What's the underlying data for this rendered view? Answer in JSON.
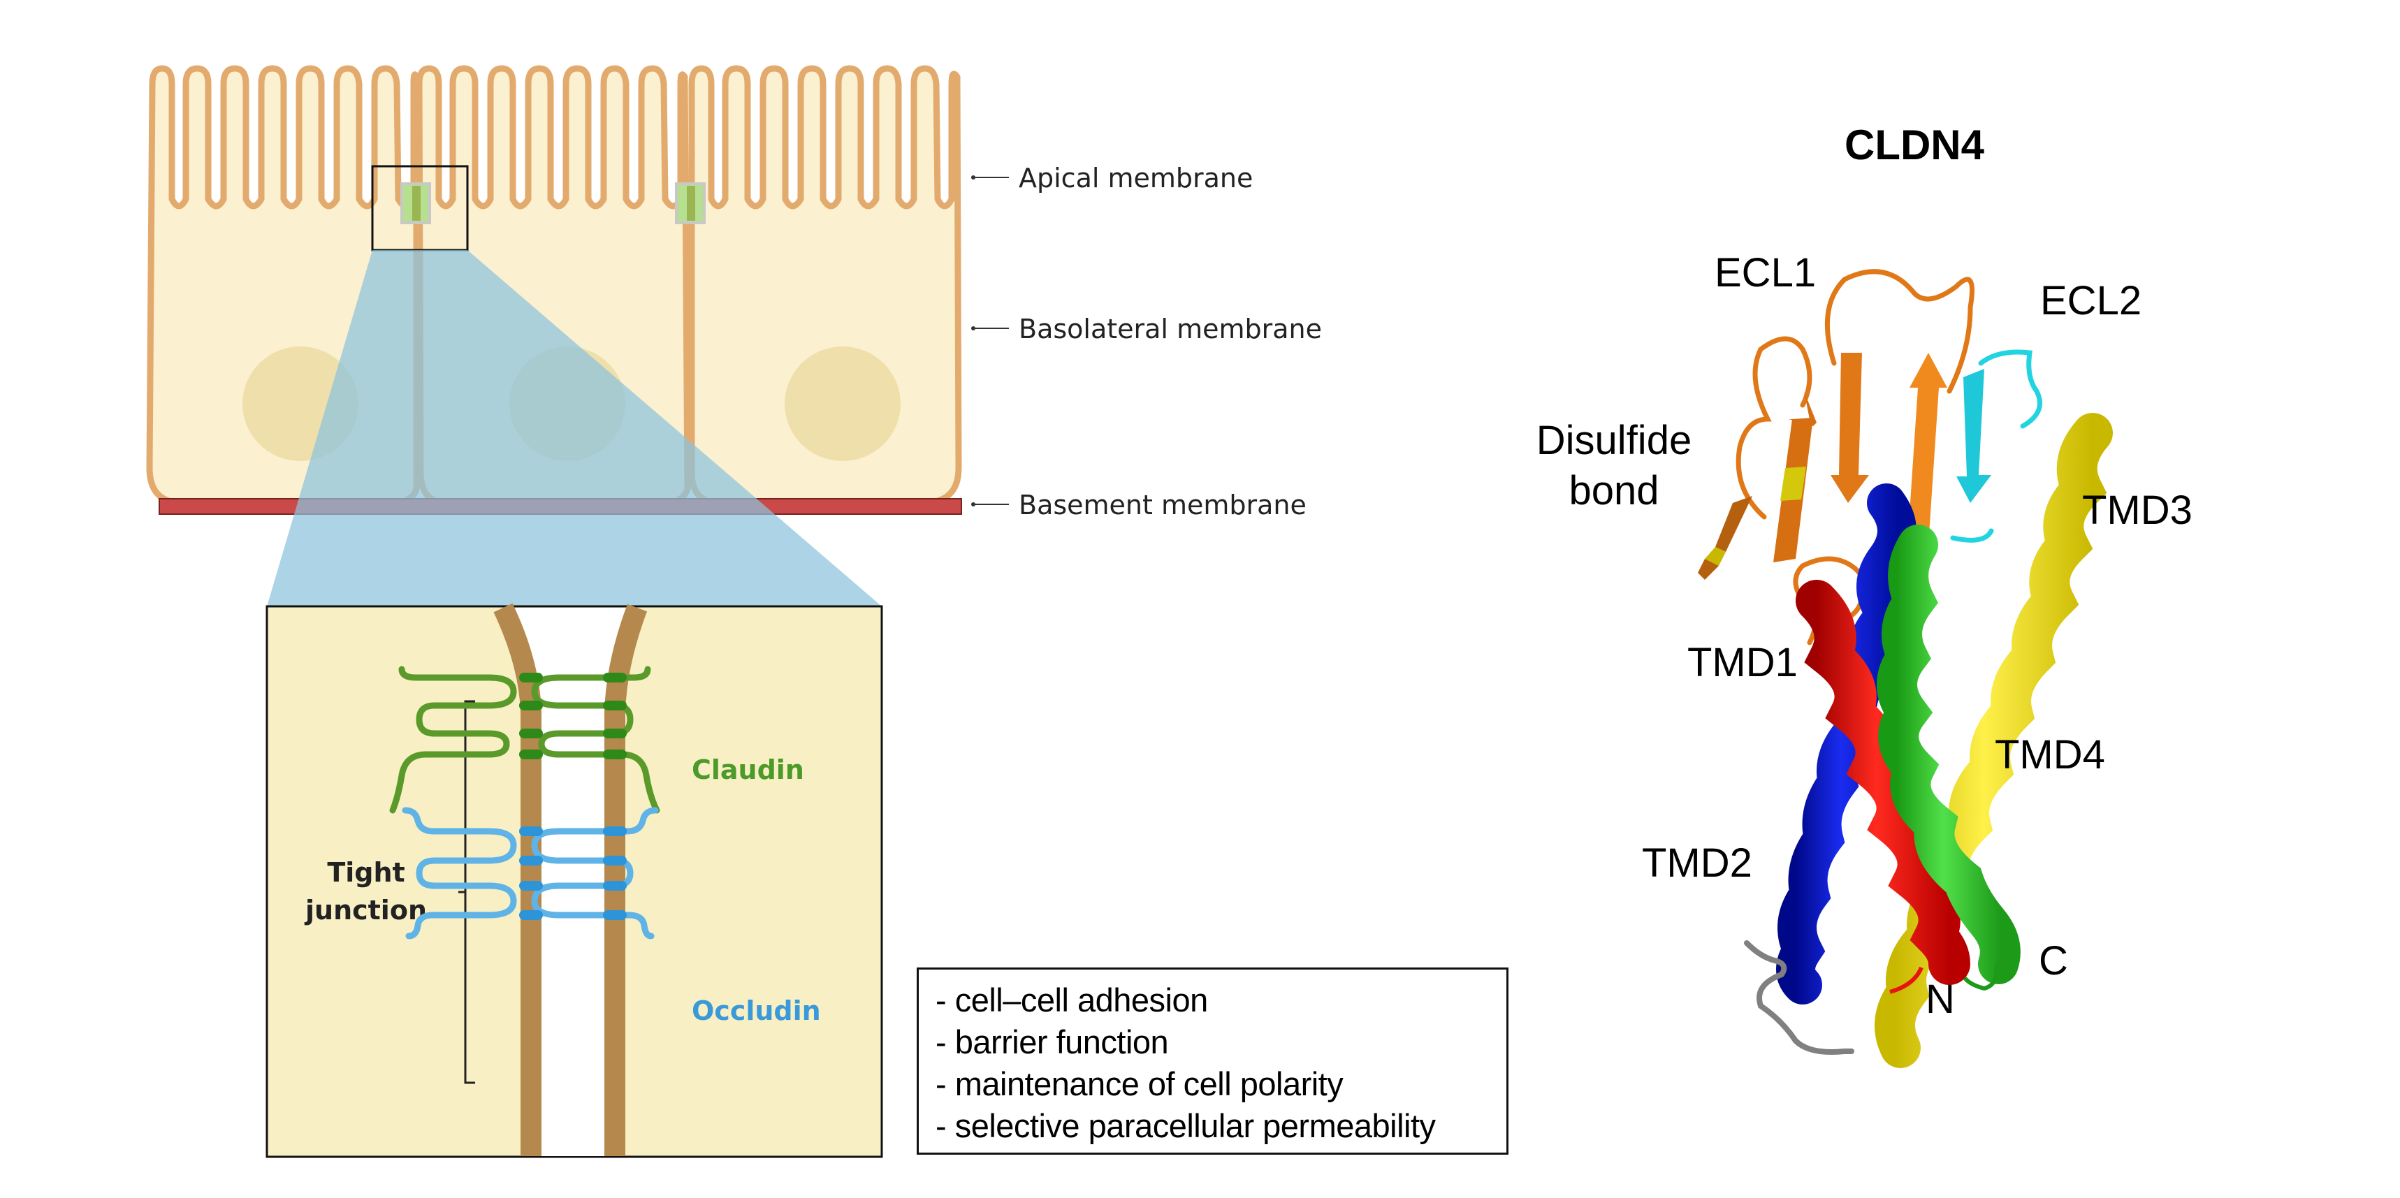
{
  "figure": {
    "left_panel": {
      "membrane_labels": [
        {
          "text": "Apical membrane"
        },
        {
          "text": "Basolateral membrane"
        },
        {
          "text": "Basement membrane"
        }
      ],
      "inset": {
        "bracket_label_line1": "Tight",
        "bracket_label_line2": "junction",
        "proteins": [
          {
            "name": "Claudin",
            "color": "#4c9a2a"
          },
          {
            "name": "Occludin",
            "color": "#3a9ad9"
          }
        ]
      },
      "functions": [
        "- cell–cell adhesion",
        "- barrier function",
        "- maintenance of cell polarity",
        "- selective paracellular permeability"
      ]
    },
    "right_panel": {
      "title": "CLDN4",
      "labels": [
        {
          "text": "ECL1"
        },
        {
          "text": "ECL2"
        },
        {
          "text": "Disulfide"
        },
        {
          "text": "bond"
        },
        {
          "text": "TMD3"
        },
        {
          "text": "TMD1"
        },
        {
          "text": "TMD4"
        },
        {
          "text": "TMD2"
        },
        {
          "text": "C"
        },
        {
          "text": "N"
        }
      ],
      "domain_colors": {
        "ECL1": "#f08a1e",
        "ECL2": "#22d3e0",
        "TMD1": "#e8140f",
        "TMD2": "#0a1ed2",
        "TMD3": "#f2e51a",
        "TMD4": "#2fc42a",
        "linker": "#808080"
      }
    },
    "colors": {
      "cell_fill": "#fbf0d0",
      "cell_membrane": "#e3aa6e",
      "nucleus": "#efdfab",
      "basement": "#c94a48",
      "zoom_cone": "#9ccbe0",
      "inset_fill": "#f8f0c4",
      "inset_membrane": "#b5884d"
    }
  }
}
